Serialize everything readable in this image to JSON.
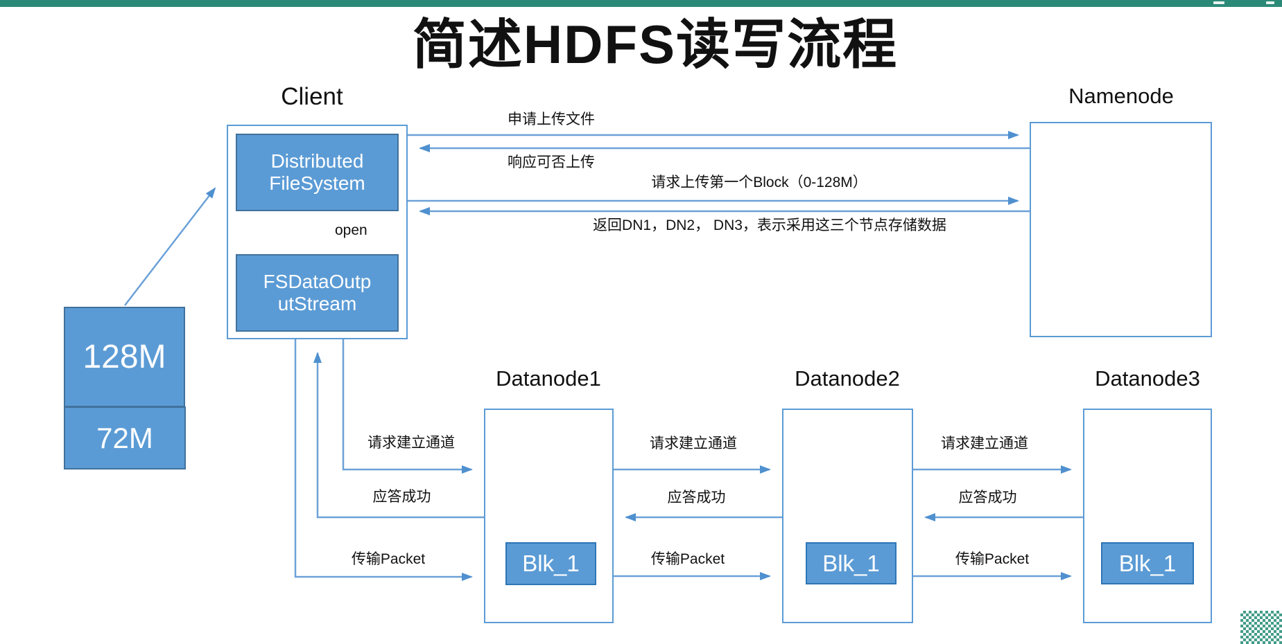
{
  "title": "简述HDFS读写流程",
  "colors": {
    "top_bar": "#2B8A77",
    "box_fill": "#5B9BD5",
    "box_border": "#41719C",
    "outline_border": "#5B9BD5",
    "connector_line": "#6BA1D8",
    "arrowhead": "#4F90CF"
  },
  "client": {
    "label": "Client",
    "dfs_line1": "Distributed",
    "dfs_line2": "FileSystem",
    "open_label": "open",
    "stream_line1": "FSDataOutp",
    "stream_line2": "utStream"
  },
  "file_blocks": {
    "block1": "128M",
    "block2": "72M"
  },
  "namenode": {
    "label": "Namenode"
  },
  "nn_messages": {
    "m1": "申请上传文件",
    "m2": "响应可否上传",
    "m3": "请求上传第一个Block（0-128M）",
    "m4": "返回DN1，DN2， DN3，表示采用这三个节点存储数据"
  },
  "pipeline": {
    "request": "请求建立通道",
    "ack": "应答成功",
    "packet": "传输Packet"
  },
  "datanodes": [
    {
      "label": "Datanode1",
      "block": "Blk_1"
    },
    {
      "label": "Datanode2",
      "block": "Blk_1"
    },
    {
      "label": "Datanode3",
      "block": "Blk_1"
    }
  ]
}
